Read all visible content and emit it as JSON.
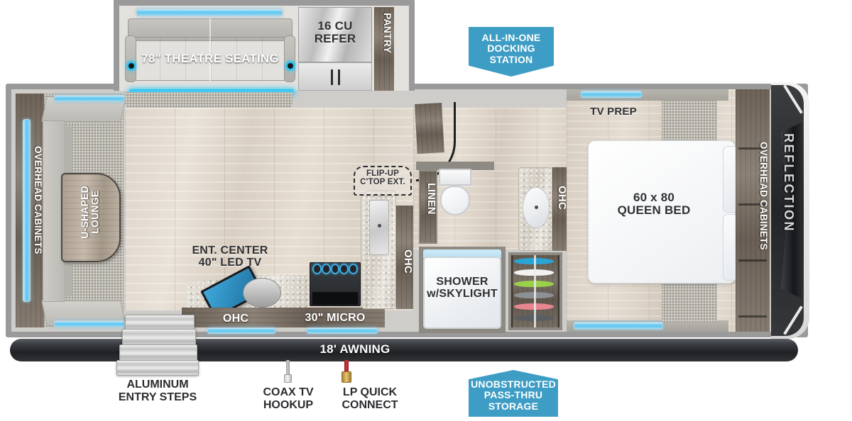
{
  "brand": {
    "name": "REFLECTION"
  },
  "badges": [
    {
      "name": "all-in-one-docking-station",
      "text": "ALL-IN-ONE\nDOCKING\nSTATION",
      "color": "#3e9dc4",
      "shape": "notch"
    },
    {
      "name": "unobstructed-pass-thru-storage",
      "text": "UNOBSTRUCTED\nPASS-THRU\nSTORAGE",
      "color": "#3e9dc4",
      "shape": "peak"
    }
  ],
  "interior_labels": {
    "theatre_seating": "78\" THEATRE SEATING",
    "refer": "16 CU\nREFER",
    "pantry": "PANTRY",
    "overhead_cabinets_rear": "OVERHEAD CABINETS",
    "u_shaped_lounge": "U-SHAPED\nLOUNGE",
    "ent_center": "ENT. CENTER\n40\" LED TV",
    "ohc_kitchen": "OHC",
    "micro": "30\" MICRO",
    "ohc_sink": "OHC",
    "flip_up": "FLIP-UP\nC'TOP EXT.",
    "linen": "LINEN",
    "shower": "SHOWER\nw/SKYLIGHT",
    "ohc_vanity": "OHC",
    "tv_prep": "TV PREP",
    "queen_bed": "60 x 80\nQUEEN BED",
    "overhead_cabinets_front": "OVERHEAD CABINETS"
  },
  "exterior_labels": {
    "awning": "18' AWNING",
    "entry_steps": "ALUMINUM\nENTRY STEPS",
    "coax": "COAX TV\nHOOKUP",
    "lp": "LP QUICK\nCONNECT"
  },
  "colors": {
    "accent_blue": "#3e9dc4",
    "window_blue": "#5fc6ef",
    "led_blue": "#29c4f2",
    "shell_gray": "#9a9a9a",
    "dark_cap": "#25272a",
    "lp_red": "#c0252a",
    "lp_brass": "#c9a24a"
  },
  "shoe_colors": [
    "#2aa4d4",
    "#f2f2f2",
    "#9bd14a",
    "#8d9196",
    "#e8868f",
    "#5a5e63"
  ]
}
